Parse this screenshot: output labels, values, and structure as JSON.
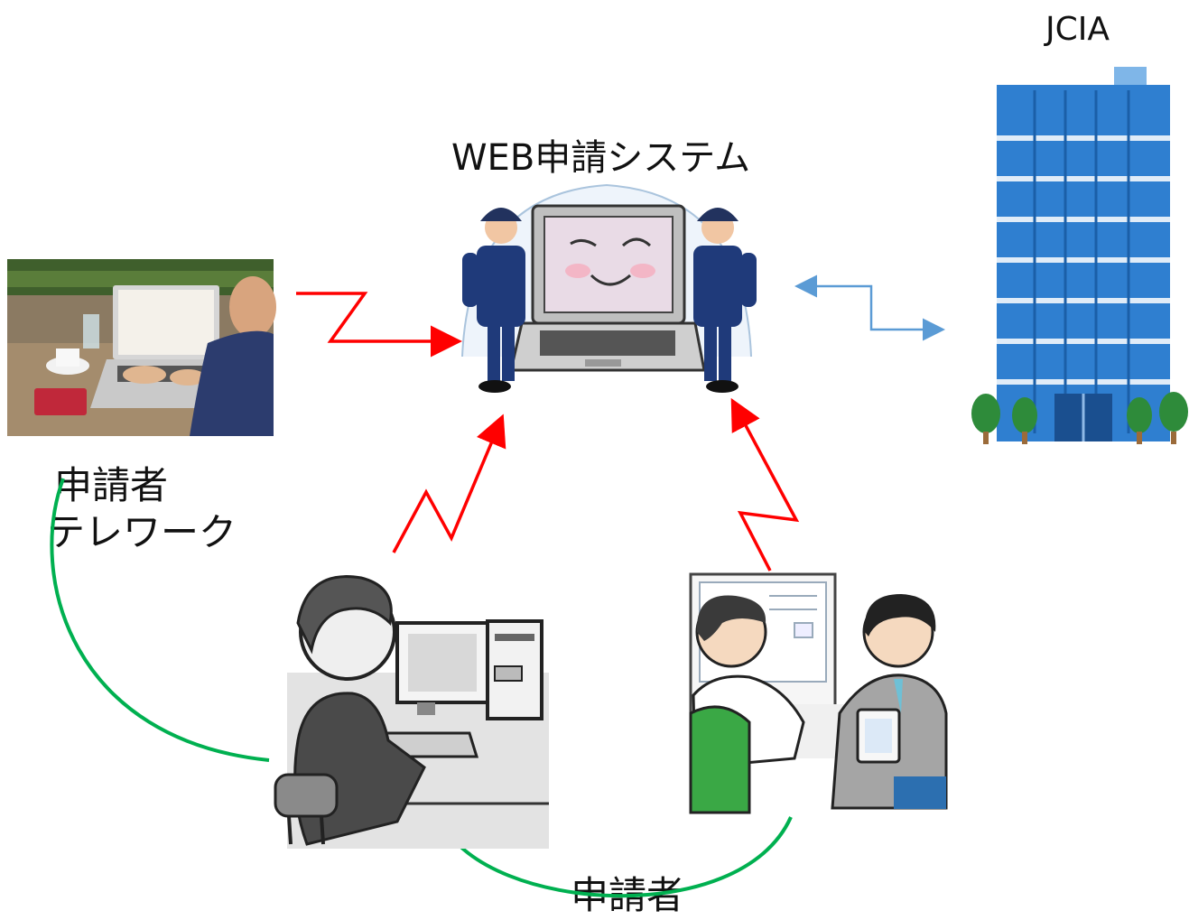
{
  "labels": {
    "jcia": "JCIA",
    "web_system": "WEB申請システム",
    "telework_line1": "申請者",
    "telework_line2": "テレワーク",
    "office_applicant": "申請者"
  },
  "colors": {
    "red_link": "#ff0000",
    "blue_link": "#5b9bd5",
    "green_arc": "#00b050",
    "building_blue": "#2f7fd0",
    "guard_navy": "#1f3a7a"
  },
  "icons": {
    "telework_photo": "laptop-telework-photo",
    "web_system": "guarded-laptop-illustration",
    "building": "office-building-illustration",
    "office_worker": "person-at-desktop-illustration",
    "meeting": "consultation-illustration"
  }
}
